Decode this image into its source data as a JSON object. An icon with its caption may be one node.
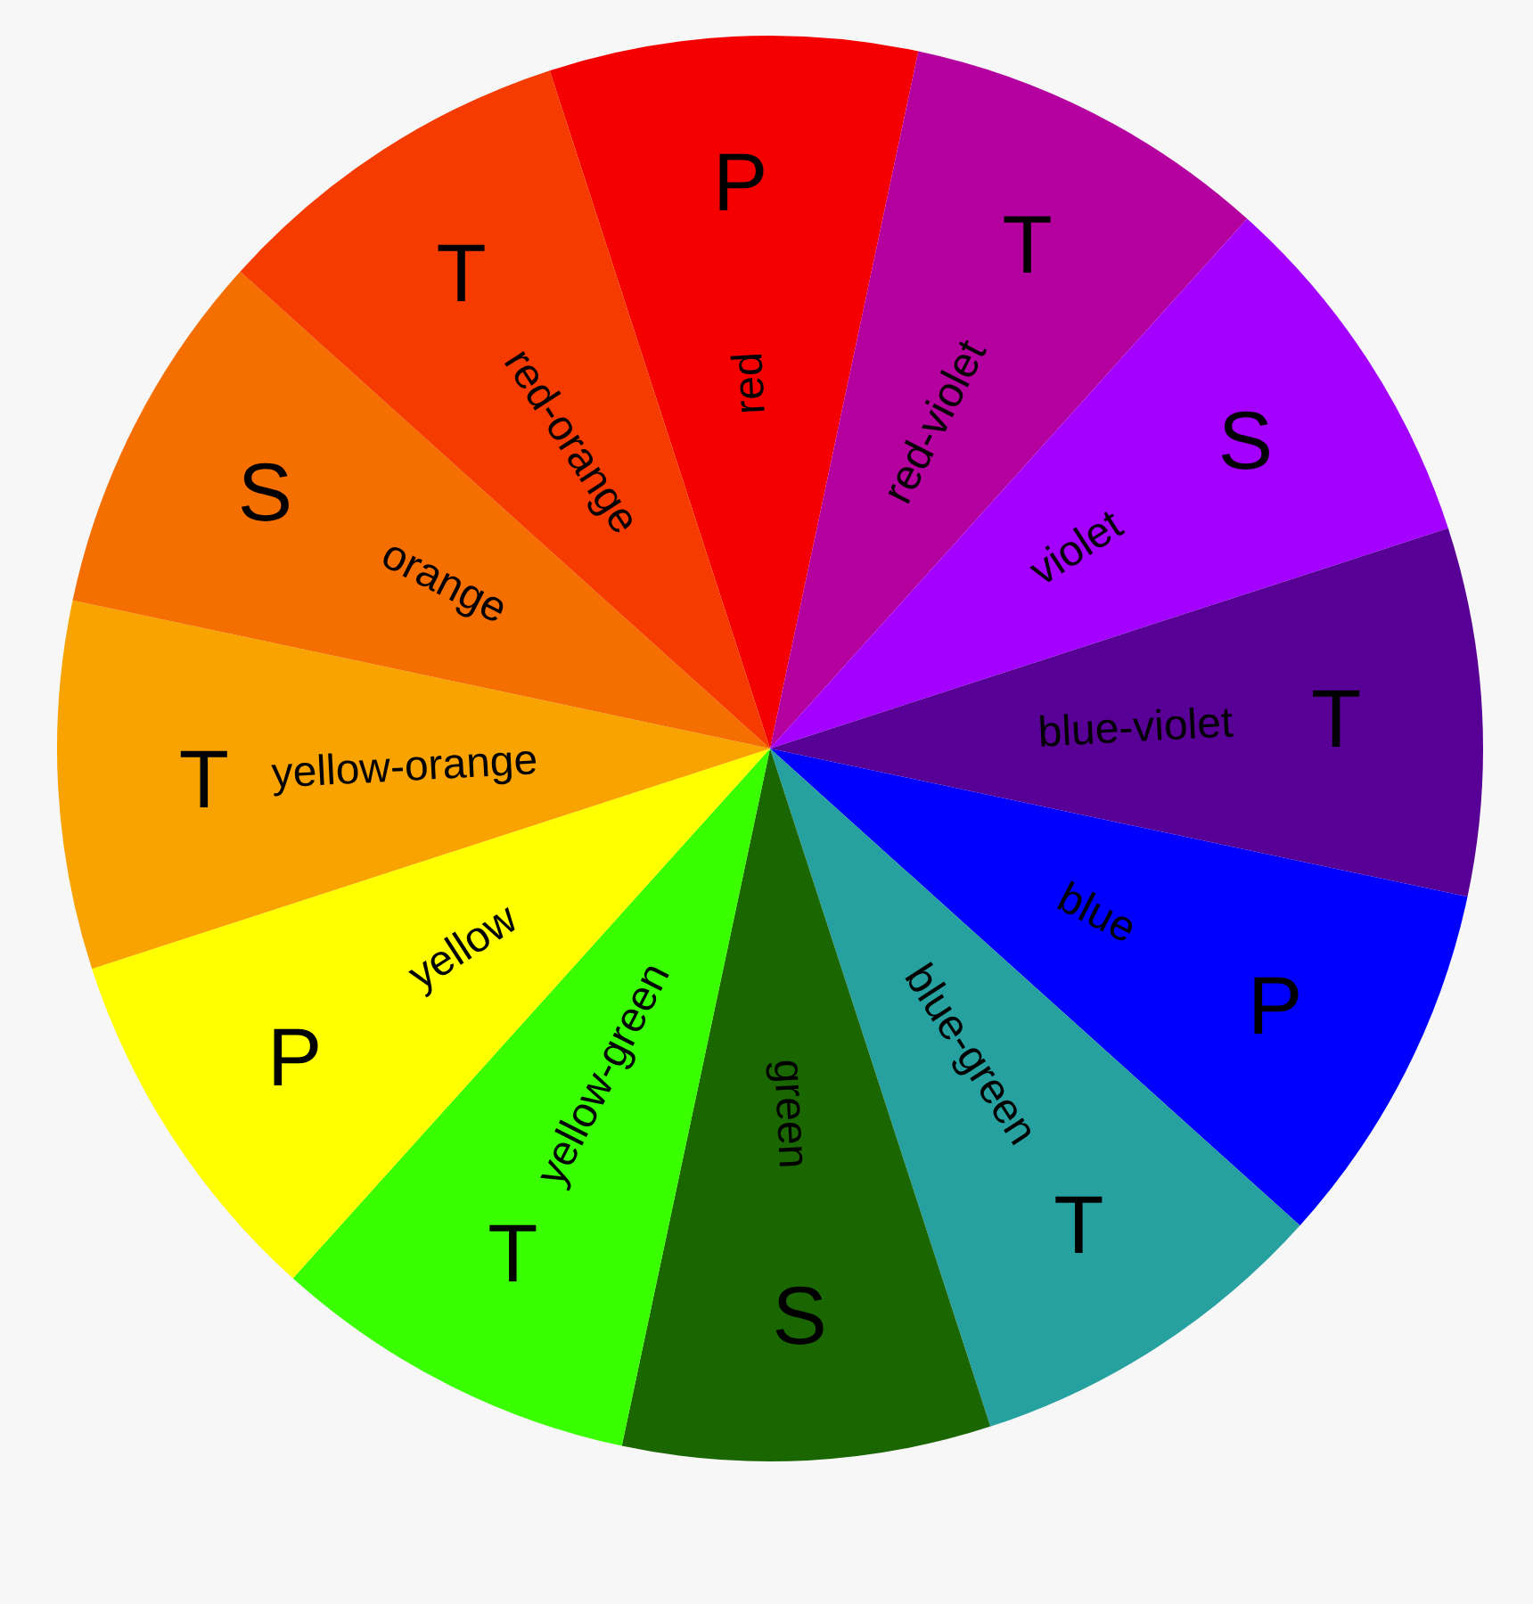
{
  "diagram": {
    "nodes": [
      {
        "text": [
          "P",
          "red"
        ]
      },
      {
        "text": [
          "T",
          "red-violet"
        ]
      },
      {
        "text": [
          "S",
          "violet"
        ]
      },
      {
        "text": [
          "T",
          "blue-violet"
        ]
      },
      {
        "text": [
          "P",
          "blue"
        ]
      },
      {
        "text": [
          "T",
          "blue-green"
        ]
      },
      {
        "text": [
          "S",
          "green"
        ]
      },
      {
        "text": [
          "T",
          "yellow-green"
        ]
      },
      {
        "text": [
          "P",
          "yellow"
        ]
      },
      {
        "text": [
          "T",
          "yellow-orange"
        ]
      },
      {
        "text": [
          "S",
          "orange"
        ]
      },
      {
        "text": [
          "T",
          "red-orange"
        ]
      }
    ]
  }
}
